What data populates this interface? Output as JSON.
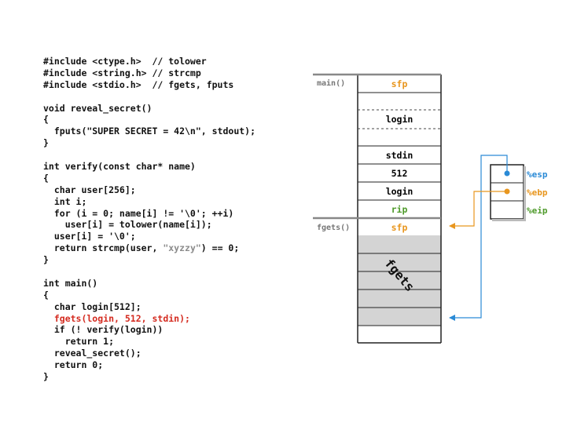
{
  "code": {
    "lines": [
      {
        "segments": [
          {
            "text": "#include <ctype.h>  // tolower"
          }
        ]
      },
      {
        "segments": [
          {
            "text": "#include <string.h> // strcmp"
          }
        ]
      },
      {
        "segments": [
          {
            "text": "#include <stdio.h>  // fgets, fputs"
          }
        ]
      },
      {
        "segments": [
          {
            "text": ""
          }
        ]
      },
      {
        "segments": [
          {
            "text": "void reveal_secret()"
          }
        ]
      },
      {
        "segments": [
          {
            "text": "{"
          }
        ]
      },
      {
        "segments": [
          {
            "text": "  fputs(\"SUPER SECRET = 42\\n\", stdout);"
          }
        ]
      },
      {
        "segments": [
          {
            "text": "}"
          }
        ]
      },
      {
        "segments": [
          {
            "text": ""
          }
        ]
      },
      {
        "segments": [
          {
            "text": "int verify(const char* name)"
          }
        ]
      },
      {
        "segments": [
          {
            "text": "{"
          }
        ]
      },
      {
        "segments": [
          {
            "text": "  char user[256];"
          }
        ]
      },
      {
        "segments": [
          {
            "text": "  int i;"
          }
        ]
      },
      {
        "segments": [
          {
            "text": "  for (i = 0; name[i] != '\\0'; ++i)"
          }
        ]
      },
      {
        "segments": [
          {
            "text": "    user[i] = tolower(name[i]);"
          }
        ]
      },
      {
        "segments": [
          {
            "text": "  user[i] = '\\0';"
          }
        ]
      },
      {
        "segments": [
          {
            "text": "  return strcmp(user, "
          },
          {
            "text": "\"xyzzy\"",
            "cls": "gray"
          },
          {
            "text": ") == 0;"
          }
        ]
      },
      {
        "segments": [
          {
            "text": "}"
          }
        ]
      },
      {
        "segments": [
          {
            "text": ""
          }
        ]
      },
      {
        "segments": [
          {
            "text": "int main()"
          }
        ]
      },
      {
        "segments": [
          {
            "text": "{"
          }
        ]
      },
      {
        "segments": [
          {
            "text": "  char login[512];"
          }
        ]
      },
      {
        "segments": [
          {
            "text": "  fgets(login, 512, stdin);",
            "cls": "red"
          }
        ]
      },
      {
        "segments": [
          {
            "text": "  if (! verify(login))"
          }
        ]
      },
      {
        "segments": [
          {
            "text": "    return 1;"
          }
        ]
      },
      {
        "segments": [
          {
            "text": "  reveal_secret();"
          }
        ]
      },
      {
        "segments": [
          {
            "text": "  return 0;"
          }
        ]
      },
      {
        "segments": [
          {
            "text": "}"
          }
        ]
      }
    ]
  },
  "stack": {
    "frame_labels": {
      "main": "main()",
      "fgets": "fgets()"
    },
    "cells": [
      {
        "label": "sfp",
        "color": "#e8961e"
      },
      {
        "label": "",
        "color": "#000000"
      },
      {
        "label": "login",
        "color": "#000000"
      },
      {
        "label": "",
        "color": "#000000"
      },
      {
        "label": "stdin",
        "color": "#000000"
      },
      {
        "label": "512",
        "color": "#000000"
      },
      {
        "label": "login",
        "color": "#000000"
      },
      {
        "label": "rip",
        "color": "#4e9a2a"
      },
      {
        "label": "sfp",
        "color": "#e8961e"
      }
    ],
    "fgets_region_label": "fgets"
  },
  "registers": [
    {
      "name": "%esp",
      "color": "#2a8ad6"
    },
    {
      "name": "%ebp",
      "color": "#e8961e"
    },
    {
      "name": "%eip",
      "color": "#4e9a2a"
    }
  ]
}
